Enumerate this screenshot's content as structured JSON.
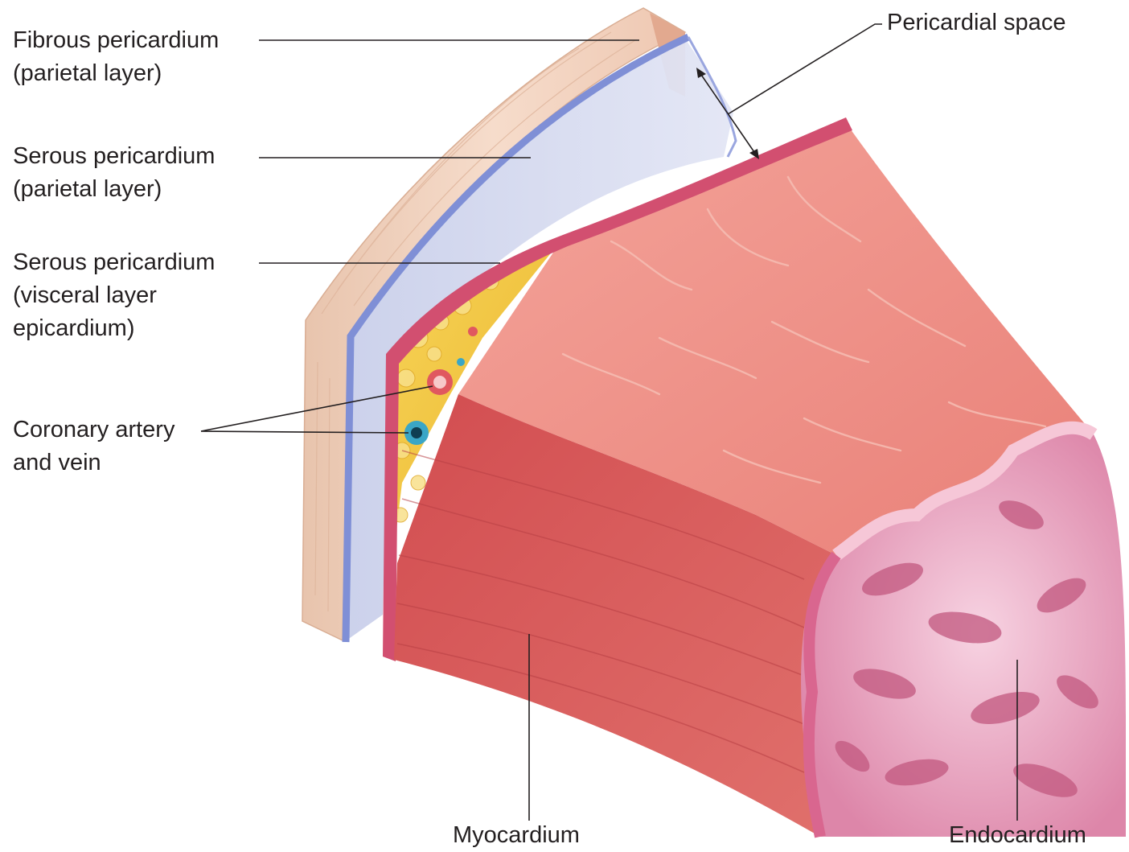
{
  "labels": {
    "fibrous_pericardium": {
      "line1": "Fibrous pericardium",
      "line2": "(parietal layer)"
    },
    "serous_parietal": {
      "line1": "Serous pericardium",
      "line2": "(parietal layer)"
    },
    "serous_visceral": {
      "line1": "Serous pericardium",
      "line2": "(visceral layer",
      "line3": "epicardium)"
    },
    "coronary": {
      "line1": "Coronary artery",
      "line2": "and vein"
    },
    "pericardial_space": "Pericardial space",
    "myocardium": "Myocardium",
    "endocardium": "Endocardium"
  },
  "colors": {
    "fibrous_layer": "#f1d3bf",
    "serous_parietal_edge": "#7f8fd6",
    "serous_parietal_sheet": "#d3d8ef",
    "epicardium_edge": "#cf4a6c",
    "fat": "#f3c640",
    "myocardium_top": "#ee9088",
    "myocardium_front": "#d95a5a",
    "endocardium": "#e9a0bd",
    "coronary_artery": "#e0585f",
    "coronary_vein": "#3aa6c6",
    "text": "#231f20"
  }
}
